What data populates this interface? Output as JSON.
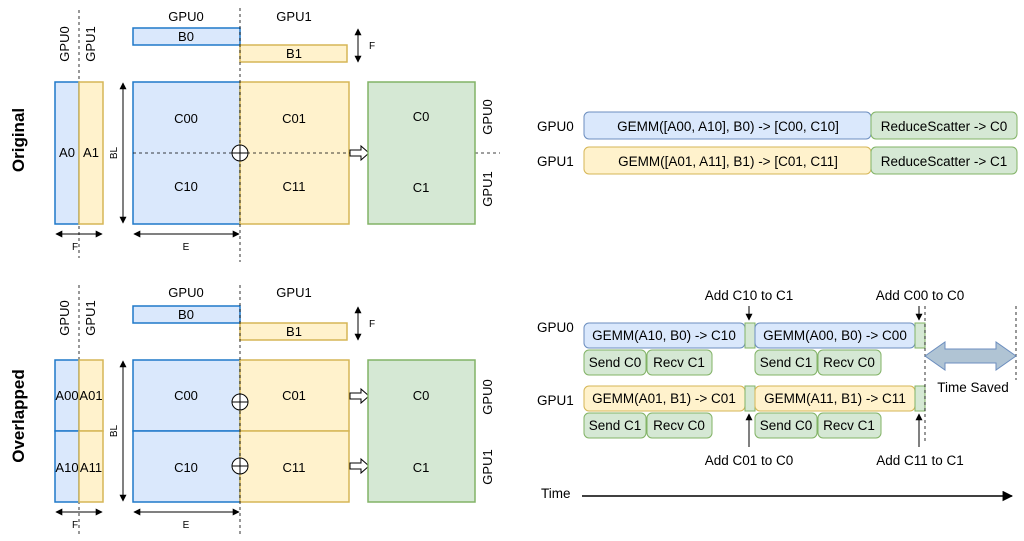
{
  "colors": {
    "blue_fill": "#dae8fc",
    "blue_stroke": "#1f78c9",
    "yellow_fill": "#fff2cc",
    "yellow_stroke": "#d6b656",
    "green_fill": "#d5e8d4",
    "green_stroke": "#82b366",
    "gray_arrow_fill": "#b0c4d4",
    "gray_arrow_stroke": "#6c8ebf"
  },
  "original": {
    "section_label": "Original",
    "gpu0_col": "GPU0",
    "gpu1_col": "GPU1",
    "gpu0_top": "GPU0",
    "gpu1_top": "GPU1",
    "b0": "B0",
    "b1": "B1",
    "f_right": "F",
    "a0": "A0",
    "a1": "A1",
    "bl": "BL",
    "c00": "C00",
    "c01": "C01",
    "c10": "C10",
    "c11": "C11",
    "c0": "C0",
    "c1": "C1",
    "gpu0_side": "GPU0",
    "gpu1_side": "GPU1",
    "f_bottom": "F",
    "e_bottom": "E"
  },
  "overlapped": {
    "section_label": "Overlapped",
    "gpu0_col": "GPU0",
    "gpu1_col": "GPU1",
    "gpu0_top": "GPU0",
    "gpu1_top": "GPU1",
    "b0": "B0",
    "b1": "B1",
    "f_right": "F",
    "a00": "A00",
    "a01": "A01",
    "a10": "A10",
    "a11": "A11",
    "bl": "BL",
    "c00": "C00",
    "c01": "C01",
    "c10": "C10",
    "c11": "C11",
    "c0": "C0",
    "c1": "C1",
    "gpu0_side": "GPU0",
    "gpu1_side": "GPU1",
    "f_bottom": "F",
    "e_bottom": "E"
  },
  "timeline_original": {
    "gpu0": "GPU0",
    "gpu1": "GPU1",
    "gpu0_gemm": "GEMM([A00, A10], B0) -> [C00, C10]",
    "gpu0_rs": "ReduceScatter -> C0",
    "gpu1_gemm": "GEMM([A01, A11], B1) -> [C01, C11]",
    "gpu1_rs": "ReduceScatter -> C1"
  },
  "timeline_overlapped": {
    "gpu0": "GPU0",
    "gpu1": "GPU1",
    "add_c10_c1": "Add C10 to C1",
    "add_c00_c0": "Add C00 to C0",
    "add_c01_c0": "Add C01 to C0",
    "add_c11_c1": "Add C11 to C1",
    "gpu0_gemm1": "GEMM(A10, B0) -> C10",
    "gpu0_gemm2": "GEMM(A00, B0) -> C00",
    "gpu0_send": "Send C0",
    "gpu0_recv": "Recv C1",
    "gpu0_send2": "Send C1",
    "gpu0_recv2": "Recv C0",
    "gpu1_gemm1": "GEMM(A01, B1) -> C01",
    "gpu1_gemm2": "GEMM(A11, B1) -> C11",
    "gpu1_send": "Send C1",
    "gpu1_recv": "Recv C0",
    "gpu1_send2": "Send C0",
    "gpu1_recv2": "Recv C1",
    "time_saved": "Time Saved",
    "time": "Time"
  }
}
